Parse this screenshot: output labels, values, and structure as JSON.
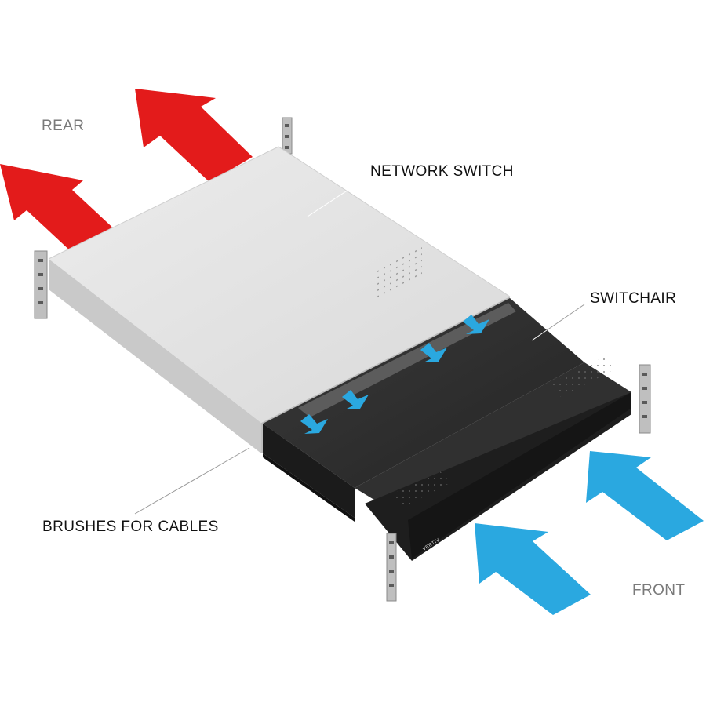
{
  "labels": {
    "rear": "REAR",
    "front": "FRONT",
    "network_switch": "NETWORK SWITCH",
    "switchair": "SWITCHAIR",
    "brushes": "BRUSHES FOR CABLES"
  },
  "device_brand": "VERTIV",
  "colors": {
    "exhaust_arrow": "#e31b1b",
    "intake_arrow": "#2aa8e0",
    "switch_top": "#e3e3e3",
    "switchair_body": "#2b2b2b",
    "label_dark": "#111111",
    "label_grey": "#7a7a7a"
  }
}
